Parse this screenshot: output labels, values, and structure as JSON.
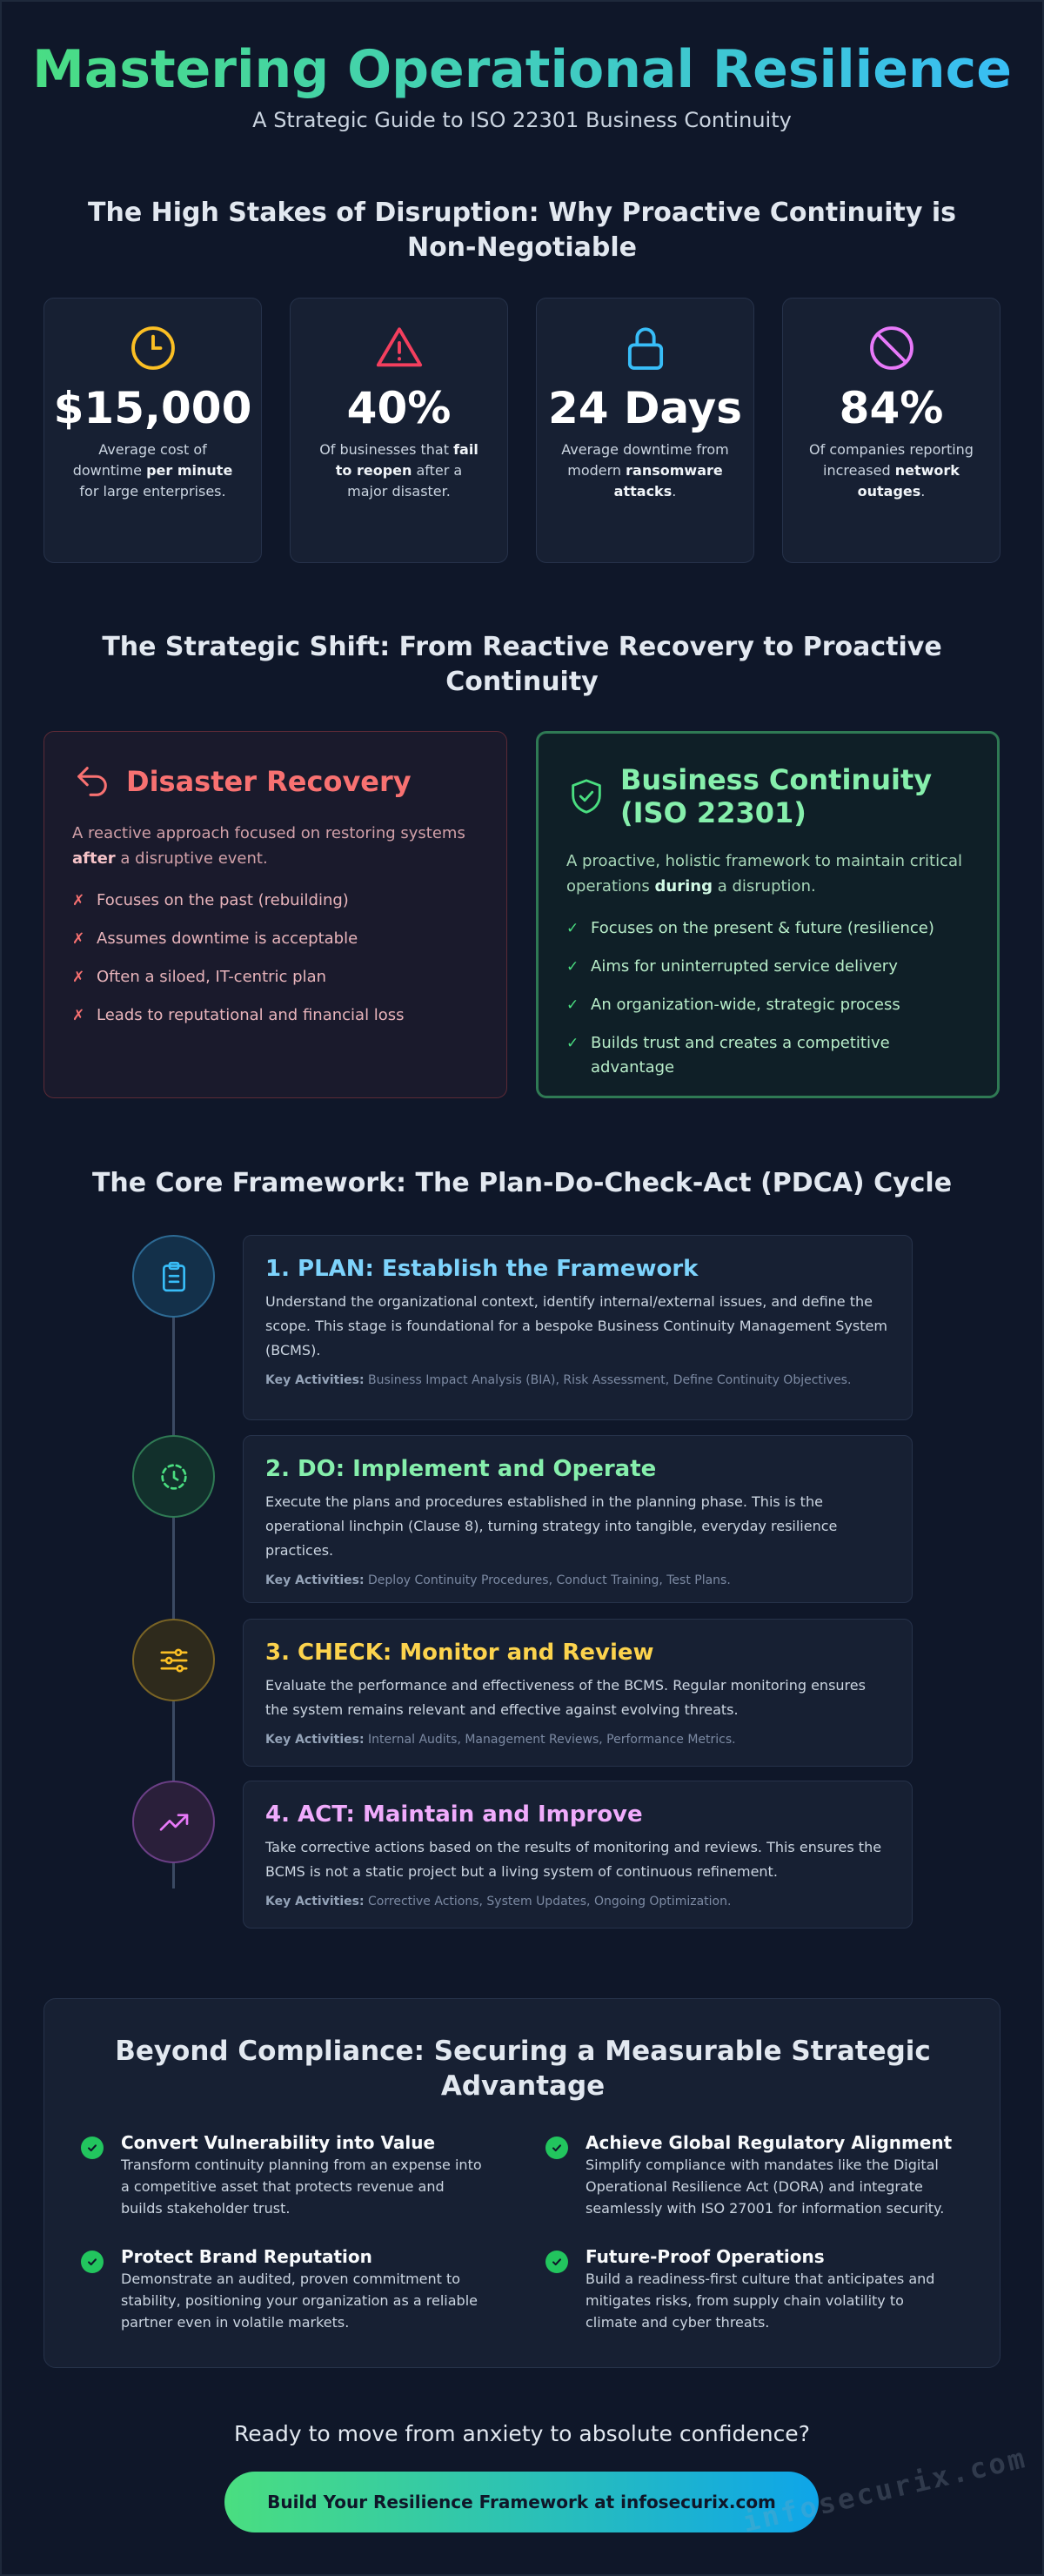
{
  "hero": {
    "title": "Mastering Operational Resilience",
    "subtitle": "A Strategic Guide to ISO 22301 Business Continuity"
  },
  "stakes": {
    "title": "The High Stakes of Disruption: Why Proactive Continuity is Non-Negotiable",
    "cards": [
      {
        "icon": "clock-icon",
        "color": "#fbbf24",
        "value": "$15,000",
        "pre": "Average cost of downtime ",
        "bold": "per minute",
        "post": " for large enterprises."
      },
      {
        "icon": "warning-triangle-icon",
        "color": "#f43f5e",
        "value": "40%",
        "pre": "Of businesses that ",
        "bold": "fail to reopen",
        "post": " after a major disaster."
      },
      {
        "icon": "lock-icon",
        "color": "#38bdf8",
        "value": "24 Days",
        "pre": "Average downtime from modern ",
        "bold": "ransomware attacks",
        "post": "."
      },
      {
        "icon": "ban-icon",
        "color": "#e879f9",
        "value": "84%",
        "pre": "Of companies reporting increased ",
        "bold": "network outages",
        "post": "."
      }
    ]
  },
  "shift": {
    "title": "The Strategic Shift: From Reactive Recovery to Proactive Continuity",
    "dr": {
      "title": "Disaster Recovery",
      "lead_pre": "A reactive approach focused on restoring systems ",
      "lead_bold": "after",
      "lead_post": " a disruptive event.",
      "items": [
        "Focuses on the past (rebuilding)",
        "Assumes downtime is acceptable",
        "Often a siloed, IT-centric plan",
        "Leads to reputational and financial loss"
      ]
    },
    "bc": {
      "title": "Business Continuity (ISO 22301)",
      "lead_pre": "A proactive, holistic framework to maintain critical operations ",
      "lead_bold": "during",
      "lead_post": " a disruption.",
      "items": [
        "Focuses on the present & future (resilience)",
        "Aims for uninterrupted service delivery",
        "An organization-wide, strategic process",
        "Builds trust and creates a competitive advantage"
      ]
    },
    "cross_mark": "✗",
    "check_mark": "✓"
  },
  "pdca": {
    "title": "The Core Framework: The Plan-Do-Check-Act (PDCA) Cycle",
    "ka_label": "Key Activities:",
    "steps": [
      {
        "title": "1. PLAN: Establish the Framework",
        "color": "#7dd3fc",
        "body": "Understand the organizational context, identify internal/external issues, and define the scope. This stage is foundational for a bespoke Business Continuity Management System (BCMS).",
        "activities": "Business Impact Analysis (BIA), Risk Assessment, Define Continuity Objectives."
      },
      {
        "title": "2. DO: Implement and Operate",
        "color": "#86efac",
        "body": "Execute the plans and procedures established in the planning phase. This is the operational linchpin (Clause 8), turning strategy into tangible, everyday resilience practices.",
        "activities": "Deploy Continuity Procedures, Conduct Training, Test Plans."
      },
      {
        "title": "3. CHECK: Monitor and Review",
        "color": "#fcd34d",
        "body": "Evaluate the performance and effectiveness of the BCMS. Regular monitoring ensures the system remains relevant and effective against evolving threats.",
        "activities": "Internal Audits, Management Reviews, Performance Metrics."
      },
      {
        "title": "4. ACT: Maintain and Improve",
        "color": "#f0abfc",
        "body": "Take corrective actions based on the results of monitoring and reviews. This ensures the BCMS is not a static project but a living system of continuous refinement.",
        "activities": "Corrective Actions, System Updates, Ongoing Optimization."
      }
    ]
  },
  "advantage": {
    "title": "Beyond Compliance: Securing a Measurable Strategic Advantage",
    "items": [
      {
        "title": "Convert Vulnerability into Value",
        "text": "Transform continuity planning from an expense into a competitive asset that protects revenue and builds stakeholder trust."
      },
      {
        "title": "Achieve Global Regulatory Alignment",
        "text": "Simplify compliance with mandates like the Digital Operational Resilience Act (DORA) and integrate seamlessly with ISO 27001 for information security."
      },
      {
        "title": "Protect Brand Reputation",
        "text": "Demonstrate an audited, proven commitment to stability, positioning your organization as a reliable partner even in volatile markets."
      },
      {
        "title": "Future-Proof Operations",
        "text": "Build a readiness-first culture that anticipates and mitigates risks, from supply chain volatility to climate and cyber threats."
      }
    ]
  },
  "cta": {
    "question": "Ready to move from anxiety to absolute confidence?",
    "button": "Build Your Resilience Framework at infosecurix.com"
  },
  "watermark": "infosecurix.com"
}
